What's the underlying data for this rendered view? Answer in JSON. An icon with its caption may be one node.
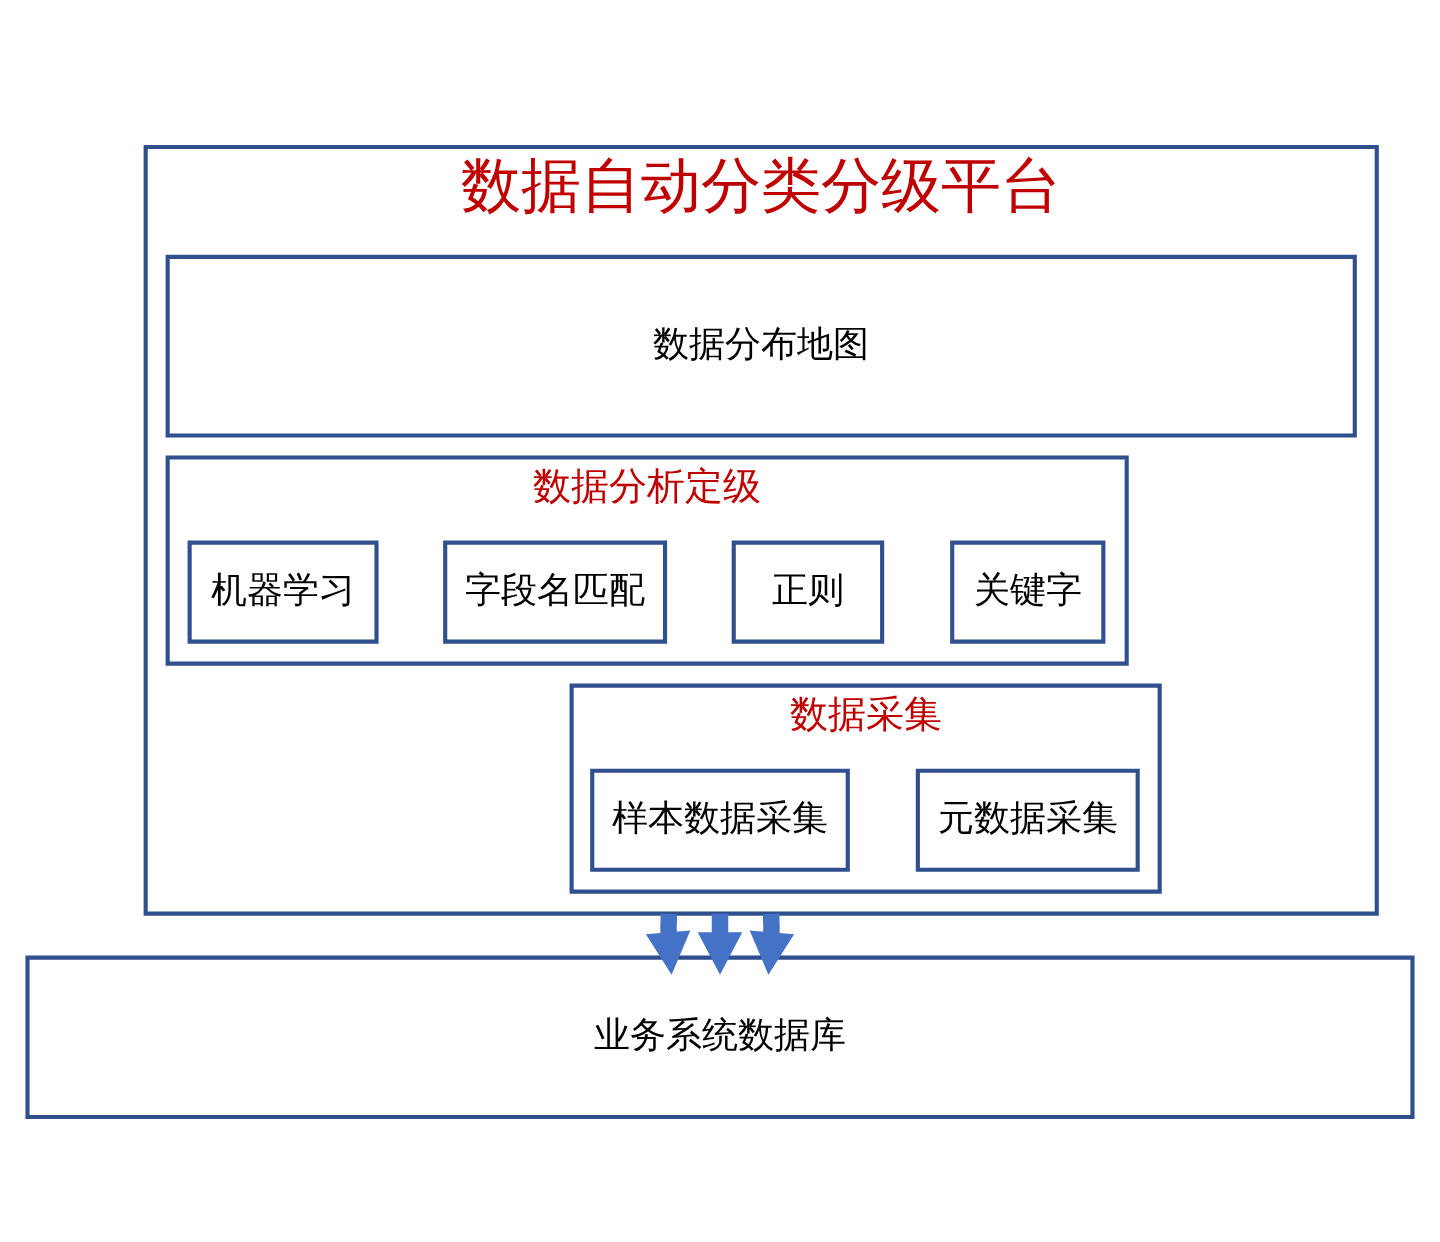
{
  "diagram": {
    "nodes": [
      {
        "text": [
          "数据自动分类分级平台"
        ]
      },
      {
        "text": [
          "数据分布地图"
        ],
        "in": 0
      },
      {
        "text": [
          "数据分析定级"
        ],
        "in": 0
      },
      {
        "text": [
          "关键字"
        ],
        "in": 2
      },
      {
        "text": [
          "正则"
        ],
        "in": 2
      },
      {
        "text": [
          "字段名匹配"
        ],
        "in": 2
      },
      {
        "text": [
          "机器学习"
        ],
        "in": 2
      },
      {
        "text": [
          "数据采集"
        ],
        "in": 0
      },
      {
        "text": [
          "元数据采集"
        ],
        "in": 7
      },
      {
        "text": [
          "样本数据采集"
        ],
        "in": 7
      },
      {
        "text": [
          "业务系统数据库"
        ]
      }
    ],
    "edges": [
      {
        "from": 0,
        "to": 10,
        "arrow": "to"
      },
      {
        "from": 0,
        "to": 10,
        "arrow": "to"
      },
      {
        "from": 0,
        "to": 10,
        "arrow": "to"
      }
    ]
  }
}
